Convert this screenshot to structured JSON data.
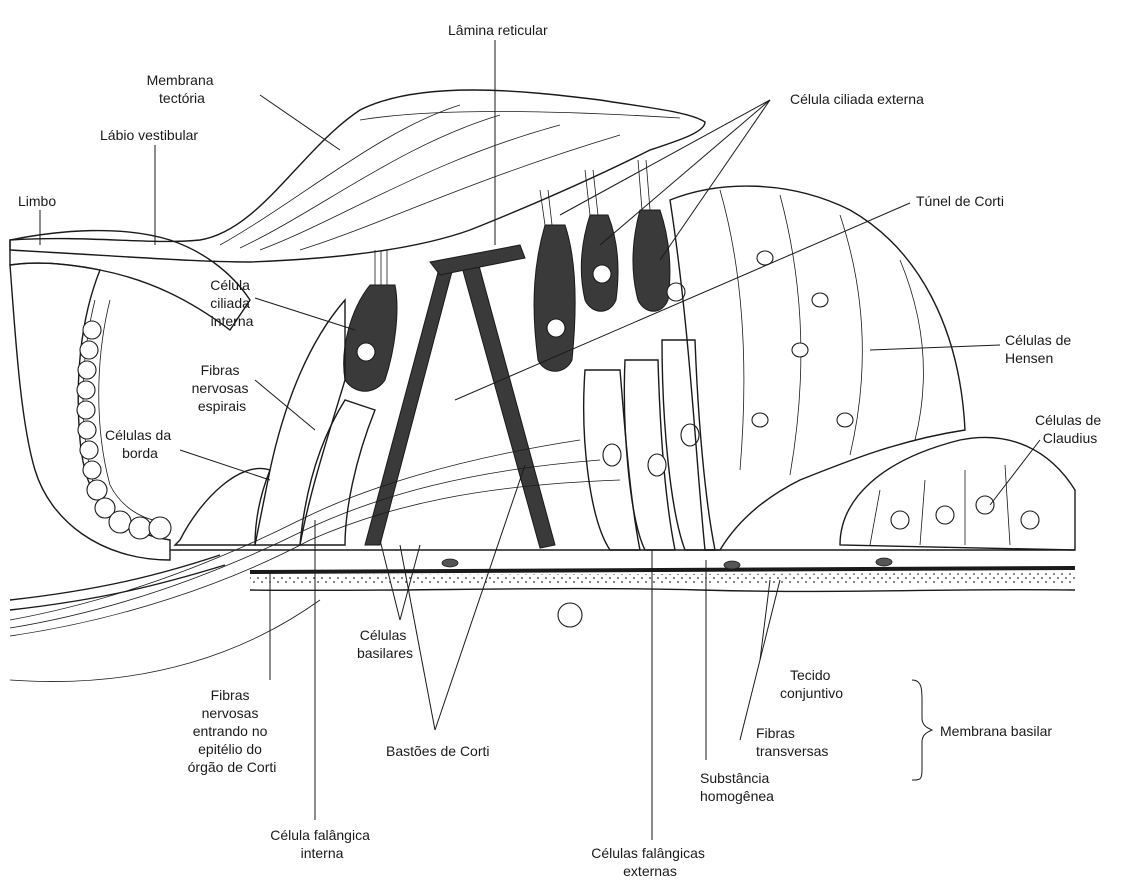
{
  "labels": {
    "lamina_reticular": "Lâmina reticular",
    "membrana_tectoria": [
      "Membrana",
      "tectória"
    ],
    "celula_ciliada_externa": "Célula ciliada externa",
    "labio_vestibular": "Lábio vestibular",
    "limbo": "Limbo",
    "tunel_de_corti": "Túnel de Corti",
    "celula_ciliada_interna": [
      "Célula",
      "ciliada",
      "interna"
    ],
    "fibras_nervosas_espirais": [
      "Fibras",
      "nervosas",
      "espirais"
    ],
    "celulas_de_hensen": [
      "Células de",
      "Hensen"
    ],
    "celulas_da_borda": [
      "Células da",
      "borda"
    ],
    "celulas_de_claudius": [
      "Células de",
      "Claudius"
    ],
    "celulas_basilares": [
      "Células",
      "basilares"
    ],
    "tecido_conjuntivo": [
      "Tecido",
      "conjuntivo"
    ],
    "fibras_nervosas_entrando": [
      "Fibras",
      "nervosas",
      "entrando no",
      "epitélio do",
      "órgão de Corti"
    ],
    "bastoes_de_corti": "Bastões de Corti",
    "fibras_transversas": [
      "Fibras",
      "transversas"
    ],
    "membrana_basilar": "Membrana basilar",
    "substancia_homogenea": [
      "Substância",
      "homogênea"
    ],
    "celula_falangica_interna": [
      "Célula falângica",
      "interna"
    ],
    "celulas_falangicas_externas": [
      "Células falângicas",
      "externas"
    ]
  }
}
